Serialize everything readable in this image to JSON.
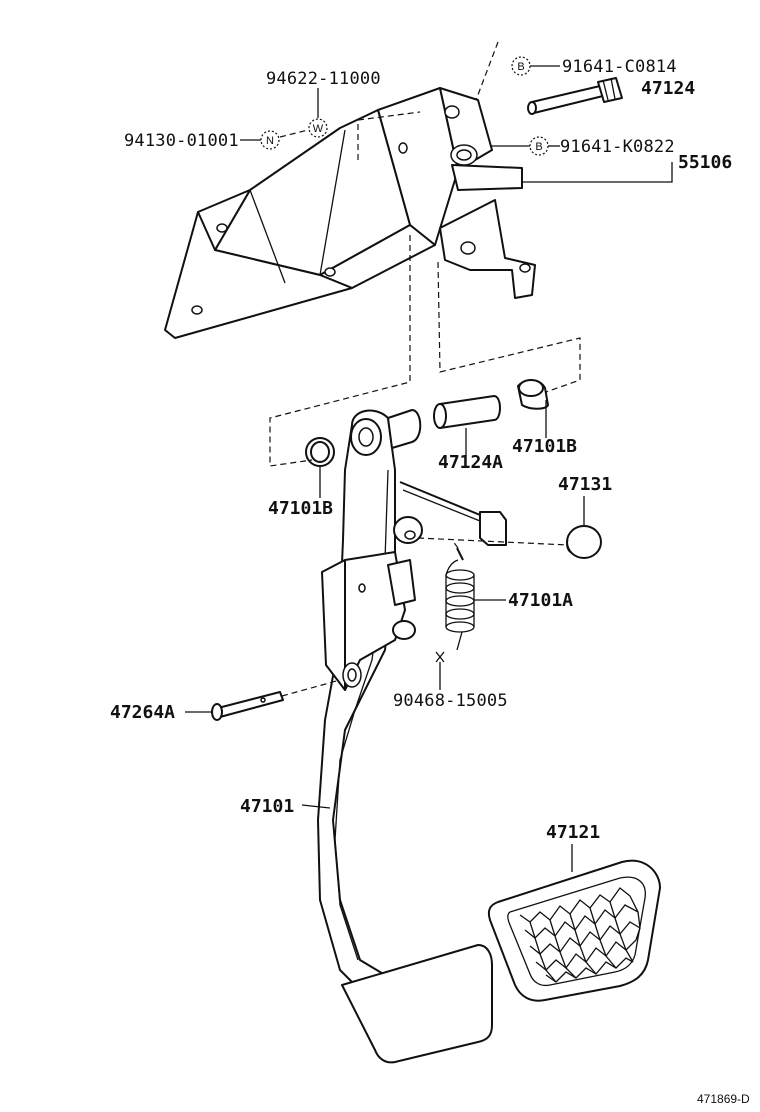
{
  "diagram": {
    "callouts": {
      "p94622": "94622-11000",
      "p94130": "94130-01001",
      "p91641a": "91641-C0814",
      "p47124": "47124",
      "p91641b": "91641-K0822",
      "p55106": "55106",
      "p47124a": "47124A",
      "p47101b_right": "47101B",
      "p47101b_left": "47101B",
      "p47131": "47131",
      "p47101a": "47101A",
      "p47264a": "47264A",
      "p90468": "90468-15005",
      "p47101": "47101",
      "p47121": "47121"
    },
    "markers": {
      "washer": "W",
      "nut": "N",
      "bolt_a": "B",
      "bolt_b": "B"
    },
    "reference_code": "471869-D"
  }
}
